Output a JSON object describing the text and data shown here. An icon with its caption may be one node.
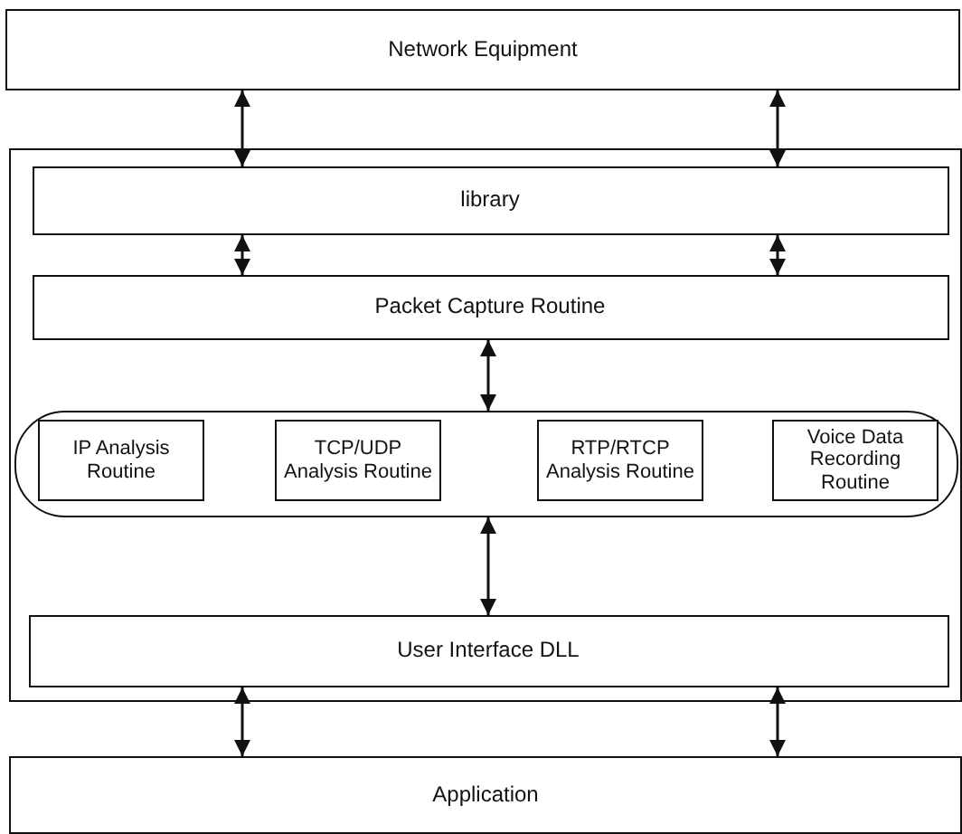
{
  "diagram": {
    "nodes": [
      {
        "text": [
          "Network Equipment"
        ]
      },
      {
        "text": [],
        "shape": "box"
      },
      {
        "text": [
          "library"
        ],
        "in": 1
      },
      {
        "text": [
          "Packet Capture Routine"
        ],
        "in": 1
      },
      {
        "text": [],
        "shape": "band",
        "in": 1
      },
      {
        "text": [
          "IP Analysis Routine"
        ],
        "in": 4
      },
      {
        "text": [
          "TCP/UDP Analysis Routine"
        ],
        "in": 4
      },
      {
        "text": [
          "RTP/RTCP Analysis Routine"
        ],
        "in": 4
      },
      {
        "text": [
          "Voice Data Recording Routine"
        ],
        "in": 4
      },
      {
        "text": [
          "User Interface DLL"
        ],
        "in": 1
      },
      {
        "text": [
          "Application"
        ]
      }
    ],
    "edges": [
      {
        "from": 0,
        "to": 2,
        "arrow": "both"
      },
      {
        "from": 0,
        "to": 2,
        "arrow": "both"
      },
      {
        "from": 2,
        "to": 3,
        "arrow": "both"
      },
      {
        "from": 2,
        "to": 3,
        "arrow": "both"
      },
      {
        "from": 3,
        "to": 4,
        "arrow": "both"
      },
      {
        "from": 4,
        "to": 9,
        "arrow": "both"
      },
      {
        "from": 9,
        "to": 10,
        "arrow": "both"
      },
      {
        "from": 9,
        "to": 10,
        "arrow": "both"
      }
    ]
  }
}
